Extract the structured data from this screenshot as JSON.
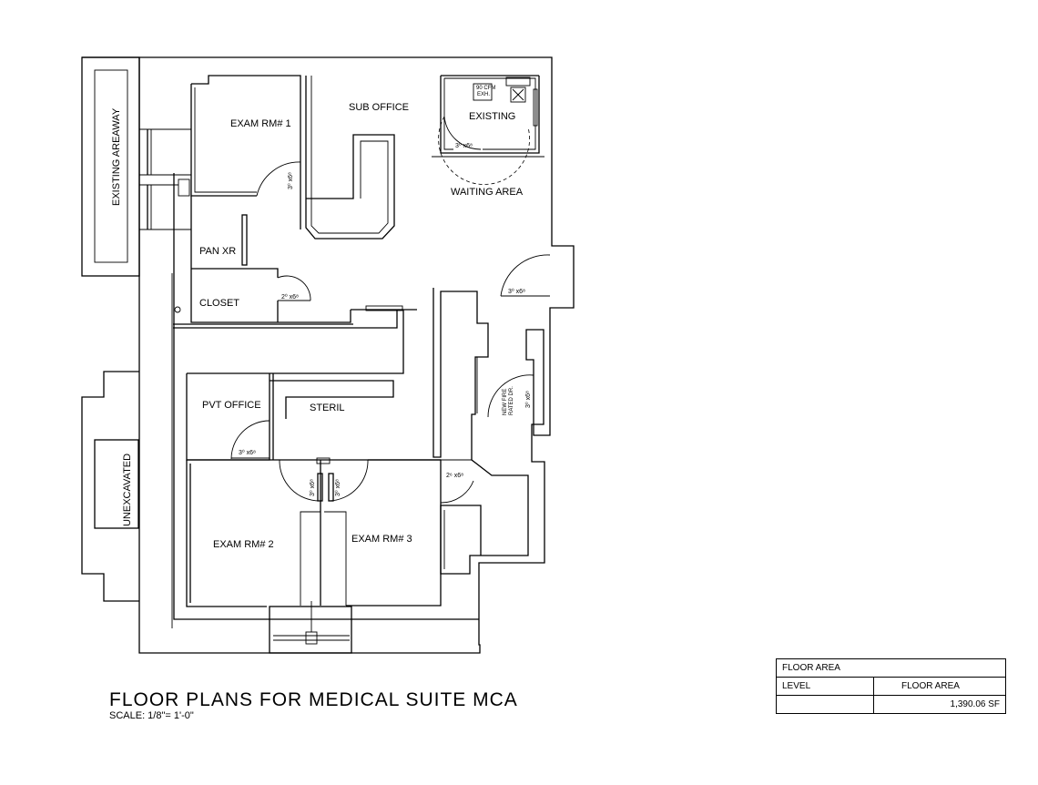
{
  "rooms": {
    "existing_areaway": "EXISTING AREAWAY",
    "exam_rm_1": "EXAM RM# 1",
    "sub_office": "SUB OFFICE",
    "existing": "EXISTING",
    "waiting_area": "WAITING AREA",
    "pan_xr": "PAN XR",
    "closet": "CLOSET",
    "pvt_office": "PVT OFFICE",
    "steril": "STERIL",
    "unexcavated": "UNEXCAVATED",
    "exam_rm_2": "EXAM RM# 2",
    "exam_rm_3": "EXAM RM# 3"
  },
  "doors": {
    "exam1": "3⁰ x6⁸",
    "toilet": "3⁰ x6⁸",
    "closet": "2⁰ x6⁸",
    "waiting": "3⁰ x6⁸",
    "fire": "3⁰ x6⁸",
    "fire_note_1": "NEW FIRE",
    "fire_note_2": "RATED DR.",
    "pvt": "3⁰ x6⁸",
    "exam2": "3⁰ x6⁸",
    "exam3": "3⁰ x6⁸",
    "small": "2⁶ x6⁸"
  },
  "fixtures": {
    "fan": "90 CFM",
    "exhaust": "EXH."
  },
  "title": "FLOOR PLANS FOR MEDICAL SUITE MCA",
  "scale": "SCALE:  1/8\"= 1'-0\"",
  "floor_area_table": {
    "header": "FLOOR AREA",
    "col_level": "LEVEL",
    "col_area": "FLOOR AREA",
    "level_value": "",
    "area_value": "1,390.06 SF"
  }
}
